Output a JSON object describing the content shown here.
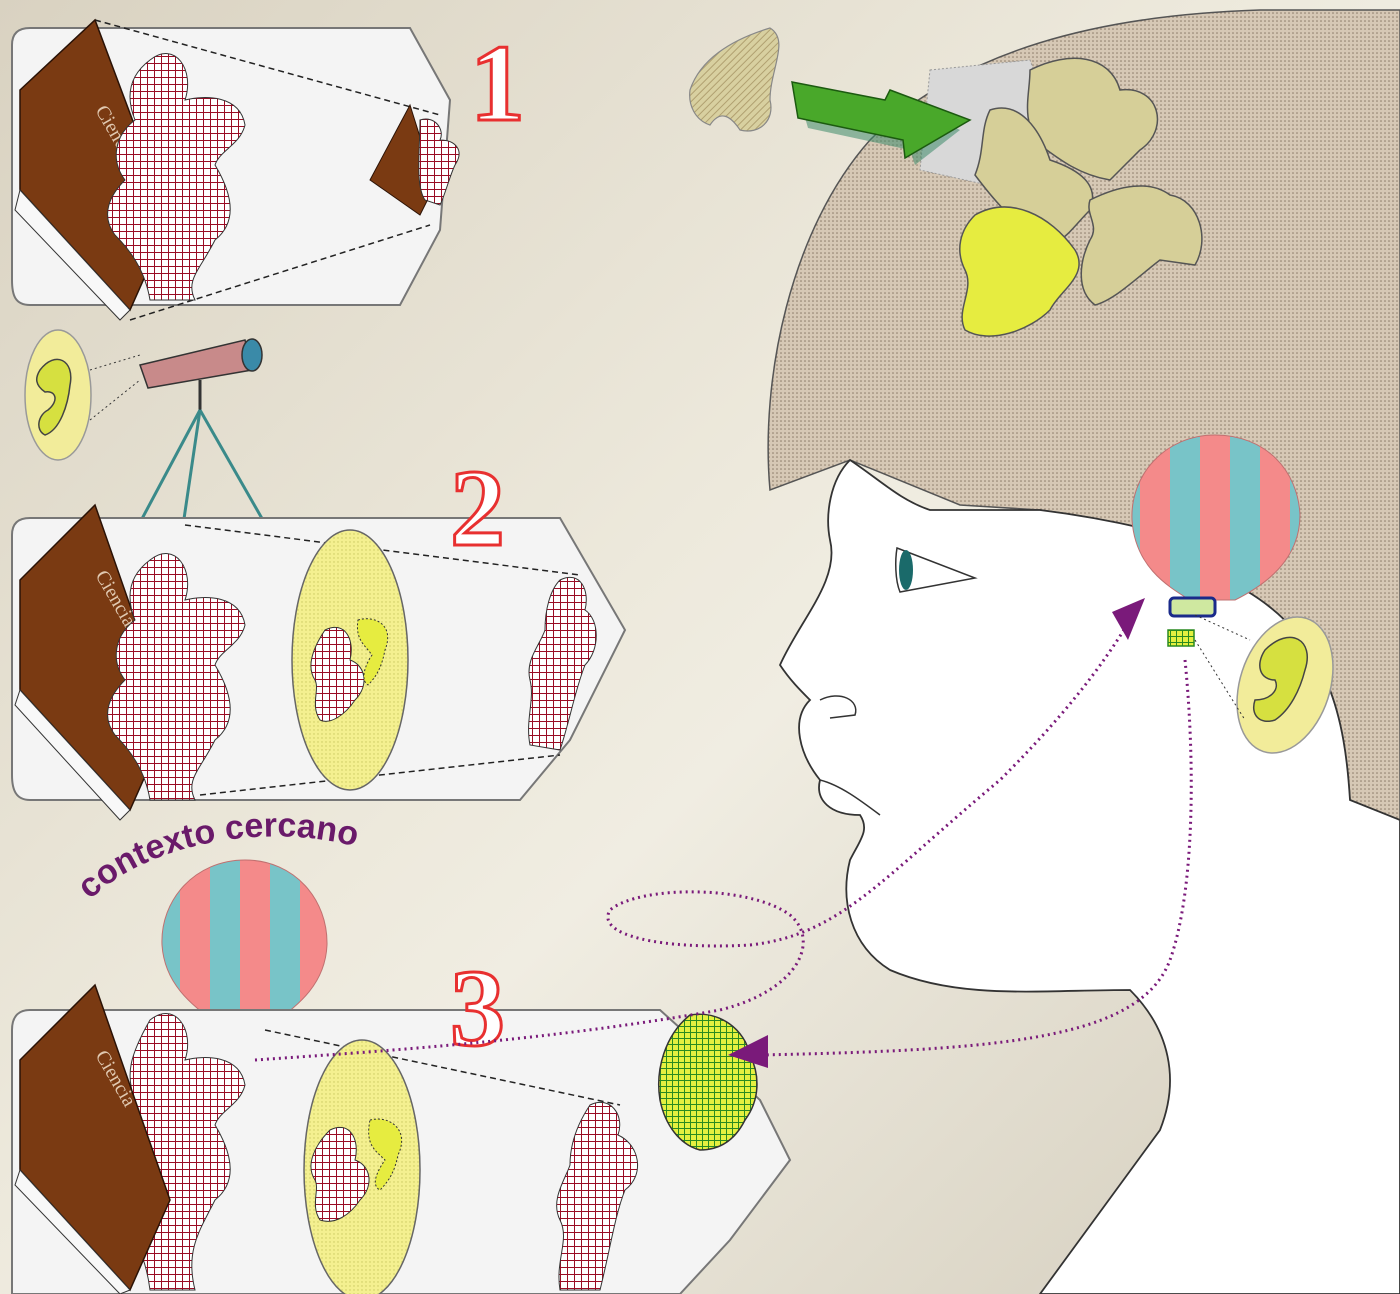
{
  "steps": [
    {
      "number": "1",
      "book_label": "Ciencia"
    },
    {
      "number": "2",
      "book_label": "Ciencia"
    },
    {
      "number": "3",
      "book_label": "Ciencia"
    }
  ],
  "context_label": "contexto cercano",
  "colors": {
    "background": "#e8e4d6",
    "book_brown": "#7a3a12",
    "puzzle_red": "#a0102a",
    "lens_yellow": "#f6f0b0",
    "head_hair": "#c9b9a4",
    "arrow_green": "#3a9a20",
    "balloon_pink": "#f08080",
    "balloon_cyan": "#70c8c8",
    "path_purple": "#7a1a7a",
    "number_red": "#e83030"
  },
  "icons": [
    "book-icon",
    "puzzle-piece-icon",
    "telescope-icon",
    "hot-air-balloon-icon",
    "eye-icon",
    "ear-icon",
    "brain-puzzle-icon",
    "arrow-icon"
  ]
}
